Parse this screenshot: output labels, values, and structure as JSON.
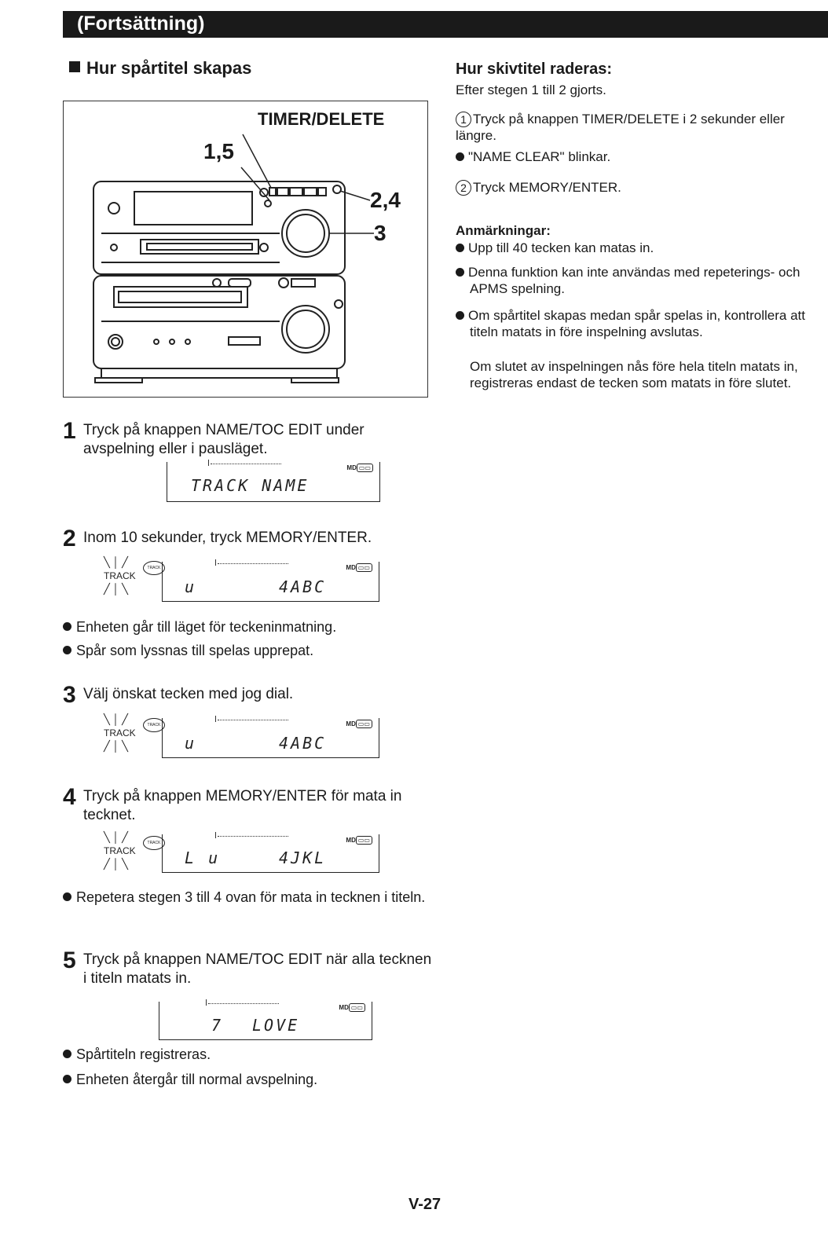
{
  "header": {
    "title": "(Fortsättning)"
  },
  "left": {
    "title": "Hur spårtitel skapas",
    "figure": {
      "callout_timer": "TIMER/DELETE",
      "callout_15": "1,5",
      "callout_24": "2,4",
      "callout_3": "3"
    },
    "steps": [
      {
        "num": "1",
        "text": "Tryck på knappen NAME/TOC EDIT under avspelning eller i pausläget.",
        "lcd": "TRACK NAME"
      },
      {
        "num": "2",
        "text": "Inom 10 sekunder, tryck MEMORY/ENTER.",
        "lcd_left": "u",
        "lcd_right": "4ABC",
        "label": "TRACK"
      },
      {
        "num": "3",
        "text": "Välj önskat tecken med jog dial.",
        "lcd_left": "u",
        "lcd_right": "4ABC",
        "label": "TRACK"
      },
      {
        "num": "4",
        "text": "Tryck på knappen MEMORY/ENTER för mata in tecknet.",
        "lcd_left": "L u",
        "lcd_right": "4JKL",
        "label": "TRACK"
      },
      {
        "num": "5",
        "text": "Tryck på knappen NAME/TOC EDIT när alla tecknen i titeln matats in.",
        "lcd_left": "7",
        "lcd_right": "LOVE"
      }
    ],
    "bullets_2": [
      "Enheten går till läget för teckeninmatning.",
      "Spår som lyssnas till spelas upprepat."
    ],
    "bullet_4": "Repetera stegen 3 till 4 ovan för mata in tecknen i titeln.",
    "bullets_5": [
      "Spårtiteln registreras.",
      "Enheten återgår till normal avspelning."
    ],
    "md_label": "MD"
  },
  "right": {
    "title": "Hur skivtitel raderas:",
    "intro": "Efter stegen 1 till 2 gjorts.",
    "step1_num": "1",
    "step1": "Tryck på knappen TIMER/DELETE i 2 sekunder eller längre.",
    "step1_bullet": "\"NAME CLEAR\" blinkar.",
    "step2_num": "2",
    "step2": "Tryck MEMORY/ENTER.",
    "notes_title": "Anmärkningar:",
    "notes": [
      "Upp till 40 tecken kan matas in.",
      "Denna funktion kan inte användas med repeterings- och APMS spelning.",
      "Om spårtitel skapas medan spår spelas in, kontrollera att titeln matats in före inspelning avslutas."
    ],
    "note3_extra": "Om slutet av inspelningen nås före hela titeln matats in, registreras endast de tecken som matats in före slutet."
  },
  "footer": {
    "page": "V-27"
  }
}
